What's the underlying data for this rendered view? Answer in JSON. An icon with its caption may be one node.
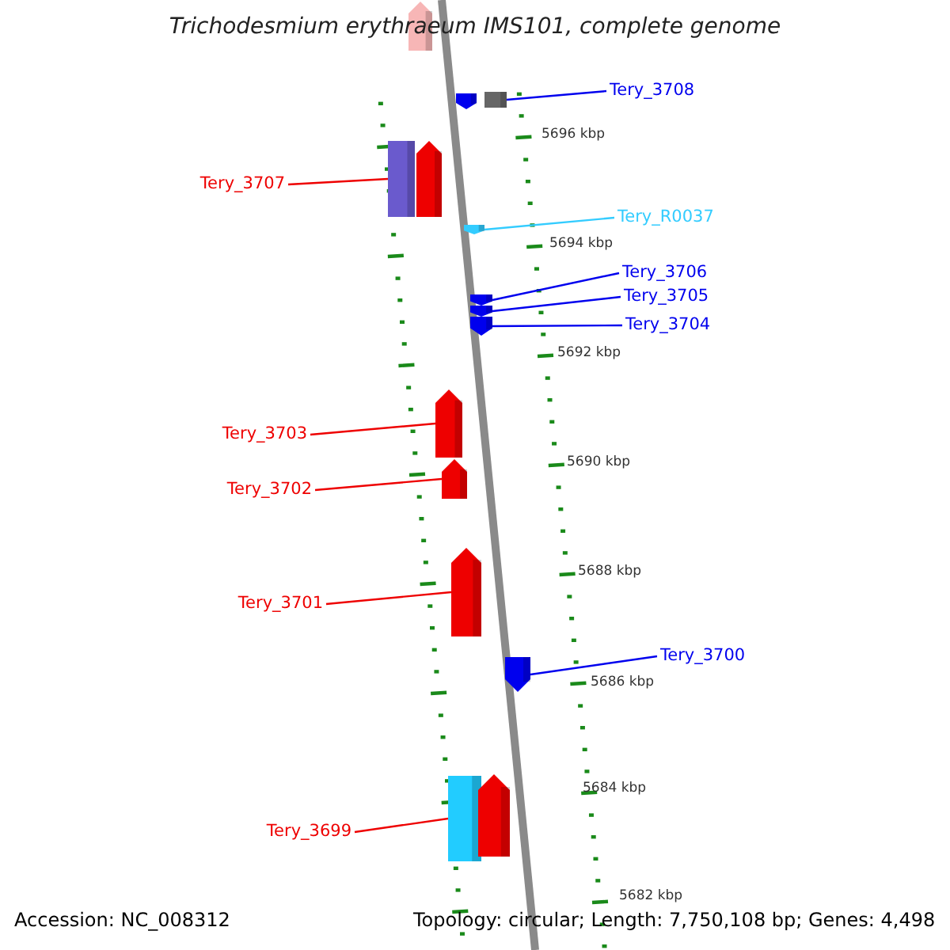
{
  "diagram": {
    "title": "Trichodesmium erythraeum IMS101, complete genome",
    "nodes": [
      {
        "text": [],
        "shape": "pentagon"
      },
      {
        "text": [],
        "shape": "pentagon"
      },
      {
        "text": [],
        "shape": "box"
      },
      {
        "text": [
          "Tery_3708"
        ]
      },
      {
        "text": [],
        "shape": "box"
      },
      {
        "text": [],
        "shape": "pentagon"
      },
      {
        "text": [
          "Tery_3707"
        ]
      },
      {
        "text": [],
        "shape": "pentagon"
      },
      {
        "text": [
          "Tery_R0037"
        ]
      },
      {
        "text": [
          "Tery_3706"
        ]
      },
      {
        "text": [
          "Tery_3705"
        ]
      },
      {
        "text": [
          "Tery_3704"
        ]
      },
      {
        "text": [],
        "shape": "pentagon"
      },
      {
        "text": [],
        "shape": "pentagon"
      },
      {
        "text": [],
        "shape": "pentagon"
      },
      {
        "text": [
          "Tery_3703"
        ]
      },
      {
        "text": [],
        "shape": "pentagon"
      },
      {
        "text": [
          "Tery_3702"
        ]
      },
      {
        "text": [],
        "shape": "pentagon"
      },
      {
        "text": [
          "Tery_3701"
        ]
      },
      {
        "text": [],
        "shape": "pentagon"
      },
      {
        "text": [],
        "shape": "pentagon"
      },
      {
        "text": [
          "Tery_3700"
        ]
      },
      {
        "text": [
          "Tery_3699"
        ]
      },
      {
        "text": [],
        "shape": "box"
      },
      {
        "text": [],
        "shape": "pentagon"
      }
    ],
    "edges": [
      {
        "from": 3,
        "to": 2,
        "arrow": "none",
        "color": "#0000ee"
      },
      {
        "from": 6,
        "to": 4,
        "arrow": "none",
        "color": "#ee0000"
      },
      {
        "from": 8,
        "to": 7,
        "arrow": "none",
        "color": "#33ccff"
      },
      {
        "from": 9,
        "to": 12,
        "arrow": "none",
        "color": "#0000ee"
      },
      {
        "from": 10,
        "to": 13,
        "arrow": "none",
        "color": "#0000ee"
      },
      {
        "from": 11,
        "to": 14,
        "arrow": "none",
        "color": "#0000ee"
      },
      {
        "from": 15,
        "to": 16,
        "arrow": "none",
        "color": "#ee0000"
      },
      {
        "from": 17,
        "to": 18,
        "arrow": "none",
        "color": "#ee0000"
      },
      {
        "from": 19,
        "to": 20,
        "arrow": "none",
        "color": "#ee0000"
      },
      {
        "from": 22,
        "to": 21,
        "arrow": "none",
        "color": "#0000ee"
      },
      {
        "from": 23,
        "to": 24,
        "arrow": "none",
        "color": "#ee0000"
      }
    ],
    "labels": [
      "5696 kbp",
      "5694 kbp",
      "5692 kbp",
      "5690 kbp",
      "5688 kbp",
      "5686 kbp",
      "5684 kbp",
      "5682 kbp",
      "Accession: NC_008312",
      "Topology: circular; Length: 7,750,108 bp; Genes: 4,498"
    ]
  }
}
